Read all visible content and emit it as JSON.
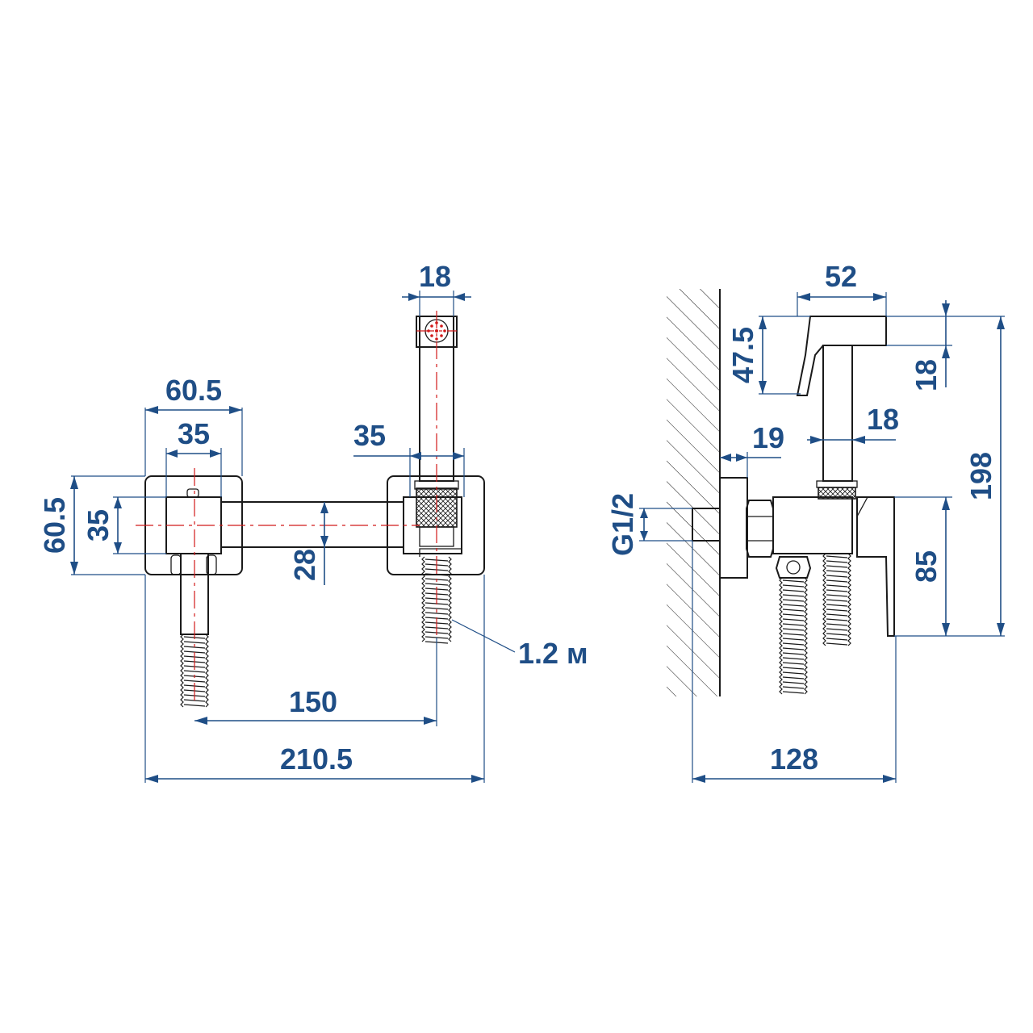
{
  "dimensions": {
    "front_view": {
      "flange_width": "60.5",
      "body_width": "35",
      "flange_height": "60.5",
      "body_height": "35",
      "hose_outlet_width": "35",
      "pipe_height": "28",
      "handset_width": "18",
      "hose_length": "1.2 м",
      "center_spacing": "150",
      "overall_width": "210.5"
    },
    "side_view": {
      "handset_length": "52",
      "handset_height": "47.5",
      "handset_thickness": "18",
      "stem_diameter": "18",
      "flange_thickness": "19",
      "thread": "G1/2",
      "valve_height": "85",
      "overall_height": "198",
      "overall_depth": "128"
    }
  },
  "colors": {
    "dimension": "#1f4e86",
    "outline": "#1a1a1a",
    "centerline": "#d11a1a"
  }
}
